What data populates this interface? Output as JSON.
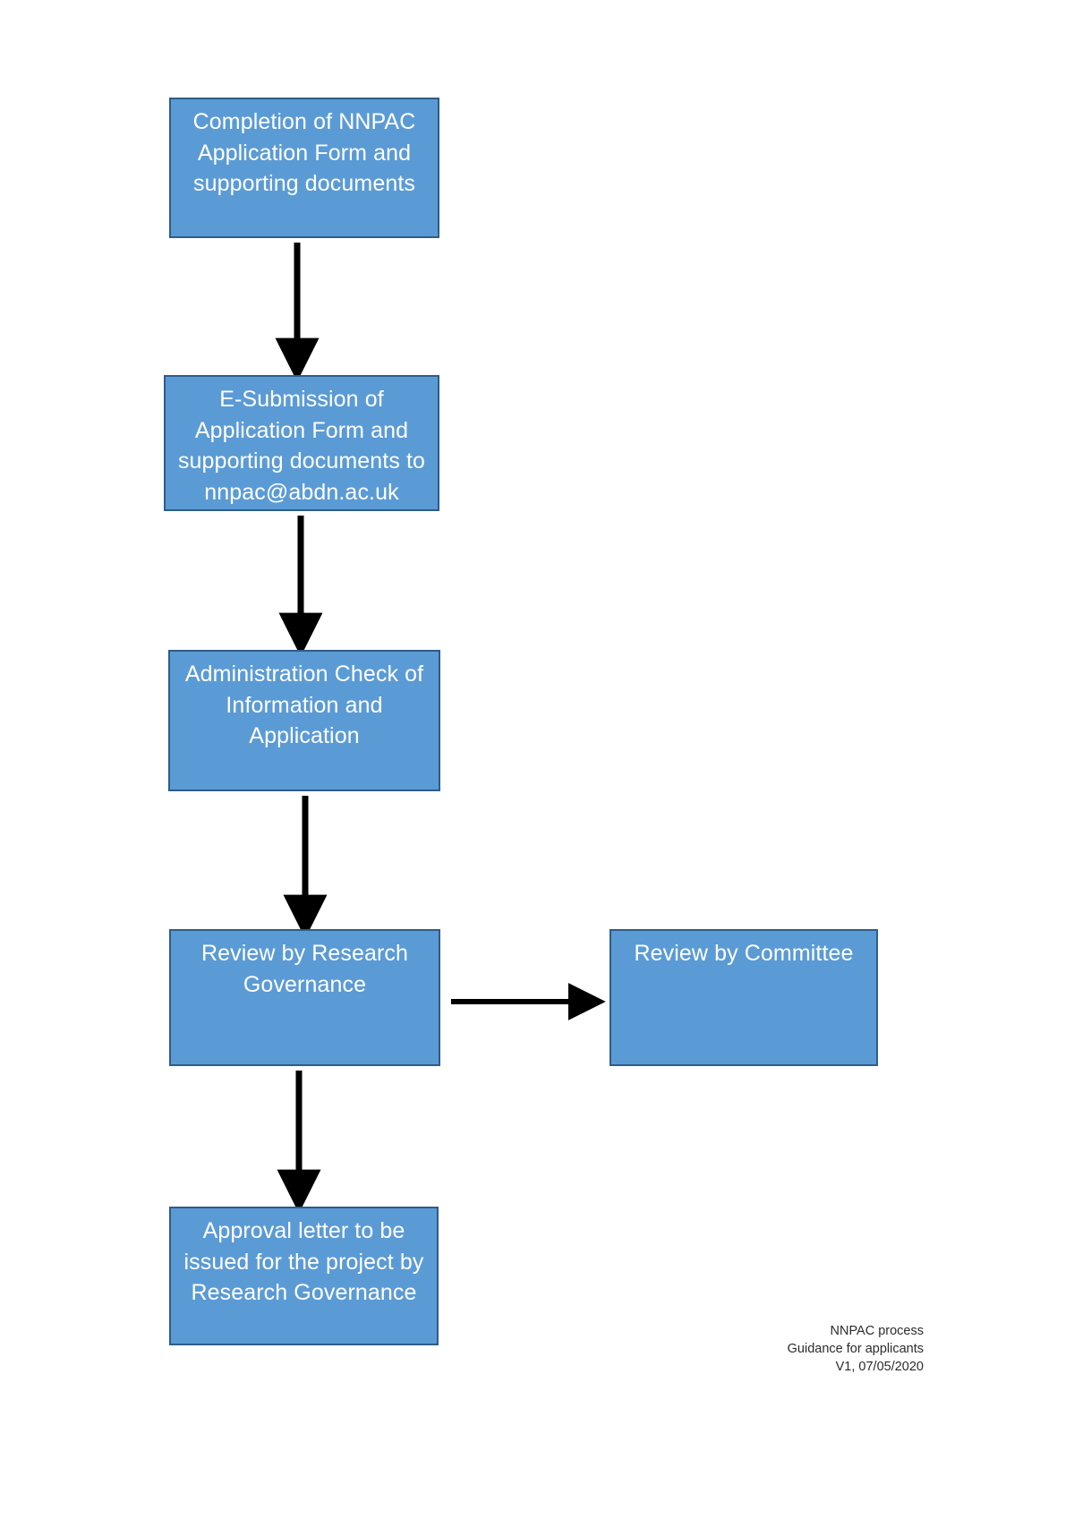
{
  "document": {
    "title": "NNPAC process flowchart",
    "page_background": "#ffffff"
  },
  "theme": {
    "box_fill": "#5B9BD5",
    "box_border": "#2E5C8A",
    "box_text": "#ffffff",
    "arrow_color": "#000000",
    "footer_text_color": "#2b2b2b"
  },
  "flowchart": {
    "type": "flowchart",
    "orientation": "vertical",
    "nodes": [
      {
        "id": "completion",
        "label": "Completion of NNPAC\nApplication Form and\nsupporting documents"
      },
      {
        "id": "esubmission",
        "label": "E-Submission of\nApplication Form and\nsupporting documents to\nnnpac@abdn.ac.uk"
      },
      {
        "id": "admin_check",
        "label": "Administration Check of\nInformation and\nApplication"
      },
      {
        "id": "review_rg",
        "label": "Review by Research\nGovernance"
      },
      {
        "id": "review_committee",
        "label": "Review by Committee"
      },
      {
        "id": "approval_letter",
        "label": "Approval letter to be\nissued for the project by\nResearch Governance"
      }
    ],
    "edges": [
      {
        "from": "completion",
        "to": "esubmission",
        "direction": "down",
        "label": ""
      },
      {
        "from": "esubmission",
        "to": "admin_check",
        "direction": "down",
        "label": ""
      },
      {
        "from": "admin_check",
        "to": "review_rg",
        "direction": "down",
        "label": ""
      },
      {
        "from": "review_rg",
        "to": "review_committee",
        "direction": "right",
        "label": ""
      },
      {
        "from": "review_rg",
        "to": "approval_letter",
        "direction": "down",
        "label": ""
      }
    ]
  },
  "footer": {
    "line1": "NNPAC process",
    "line2": "Guidance for applicants",
    "line3": "V1, 07/05/2020",
    "text": "NNPAC process\nGuidance for applicants\nV1, 07/05/2020"
  }
}
